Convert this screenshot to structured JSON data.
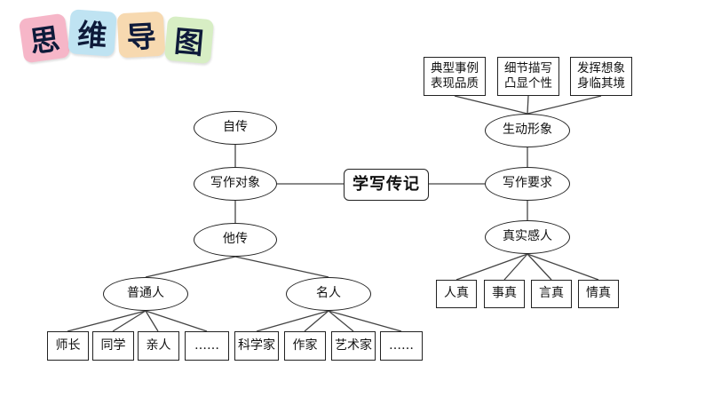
{
  "title_chars": [
    "思",
    "维",
    "导",
    "图"
  ],
  "root": "学写传记",
  "left": {
    "top": "自传",
    "center": "写作对象",
    "bottom": "他传",
    "groups": [
      {
        "label": "普通人",
        "items": [
          "师长",
          "同学",
          "亲人",
          "……"
        ]
      },
      {
        "label": "名人",
        "items": [
          "科学家",
          "作家",
          "艺术家",
          "……"
        ]
      }
    ]
  },
  "right": {
    "center": "写作要求",
    "top": "生动形象",
    "top_items": [
      "典型事例\n表现品质",
      "细节描写\n凸显个性",
      "发挥想象\n身临其境"
    ],
    "bottom": "真实感人",
    "bottom_items": [
      "人真",
      "事真",
      "言真",
      "情真"
    ]
  }
}
